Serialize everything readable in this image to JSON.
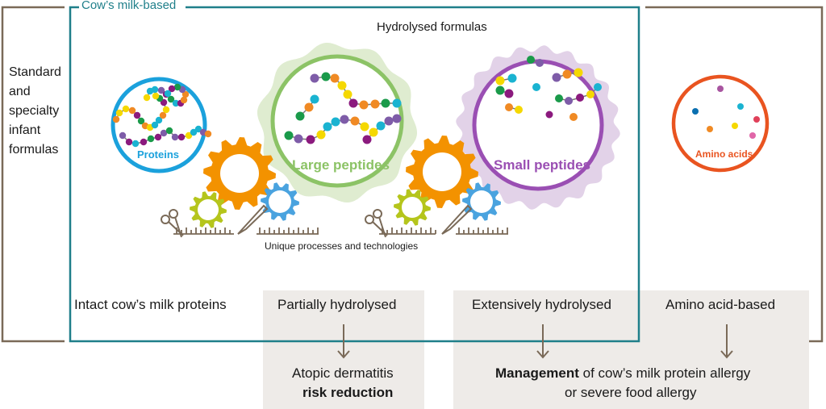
{
  "diagram": {
    "left_label": [
      "Standard",
      "and",
      "specialty",
      "infant",
      "formulas"
    ],
    "group_label": "Cow’s milk-based",
    "hydrolysed_label": "Hydrolysed formulas",
    "process_label": "Unique processes and technologies",
    "circles": [
      {
        "label": "Proteins",
        "color": "#1ba1dc"
      },
      {
        "label": "Large peptides",
        "color": "#8cc366"
      },
      {
        "label": "Small peptides",
        "color": "#9a4fb3"
      },
      {
        "label": "Amino acids",
        "color": "#e95420"
      }
    ],
    "categories": [
      {
        "label": "Intact cow’s milk proteins"
      },
      {
        "label": "Partially hydrolysed"
      },
      {
        "label": "Extensively hydrolysed"
      },
      {
        "label": "Amino acid-based"
      }
    ],
    "outcomes": {
      "partial": {
        "line1": "Atopic dermatitis",
        "line2_bold": "risk reduction"
      },
      "extensive": {
        "bold": "Management",
        "rest": " of cow’s milk protein allergy",
        "line2": "or severe food allergy"
      }
    },
    "colors": {
      "frame_teal": "#1f7f8a",
      "bracket_brown": "#7a6a58",
      "gray_box": "#eeebe8",
      "gear_orange": "#f39200",
      "gear_lime": "#b5c51c",
      "gear_blue": "#4aa3df"
    }
  }
}
